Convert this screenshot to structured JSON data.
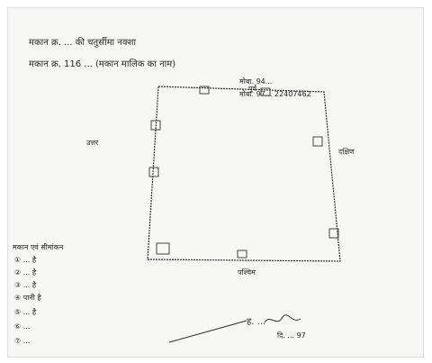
{
  "document": {
    "heading_line1": "मकान क्र. ... की चतुर्सीमा नक्शा",
    "heading_line2": "मकान क्र. 116 ... (मकान मालिक का नाम)",
    "phone_line1": "मोबा. 94...",
    "phone_line2": "मोबा. 97... 22407462",
    "east_label": "पूर्व",
    "west_label": "पश्चिम",
    "north_label": "उत्तर",
    "south_label": "दक्षिण",
    "legend_title": "मकान एवं सीमांकन",
    "legend_items": [
      "① ... है",
      "② ... है",
      "③ ... है",
      "④ पानी है",
      "⑤ ... है",
      "⑥ ...",
      "⑦ ..."
    ],
    "signature": "ह. ...",
    "date": "दि. ... 97"
  }
}
